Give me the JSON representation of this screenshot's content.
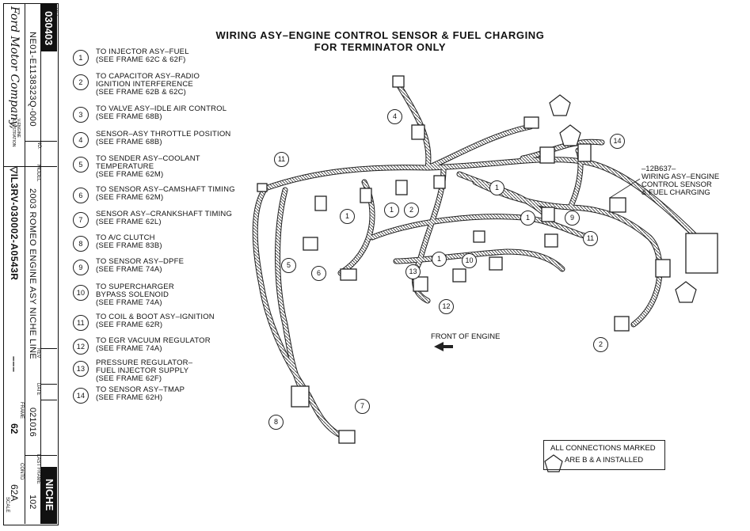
{
  "sheet": {
    "title_line1": "WIRING ASY–ENGINE CONTROL SENSOR & FUEL CHARGING",
    "title_line2": "FOR TERMINATOR ONLY",
    "front_of_engine": "FRONT OF ENGINE",
    "harness_label_line1": "–12B637–",
    "harness_label_line2": "WIRING ASY–ENGINE",
    "harness_label_line3": "CONTROL SENSOR",
    "harness_label_line4": "& FUEL CHARGING",
    "note_line1": "ALL CONNECTIONS MARKED",
    "note_line2": "ARE B & A INSTALLED"
  },
  "title_block": {
    "ref_label": "REF.",
    "ref_value": "030403",
    "company": "Ford Motor Company,",
    "company_sub": "V-ENGINE ILLUSTRATION",
    "no_label": "NO.",
    "no_value": "NE01-E1138323Q-000",
    "part_value": "▽IL3RV-030002-A0543R",
    "model_label": "MODEL",
    "model_value": "2003 ROMEO ENGINE ASY NICHE LINE",
    "rev_label": "REV",
    "rev_value": "–––",
    "date_label": "DATE",
    "date_value": "021016",
    "frame_label": "FRAME",
    "frame_value": "62",
    "last_frame_label": "LAST FRAME",
    "last_frame_value": "102",
    "contd_label": "CONTD",
    "contd_value": "62A",
    "line_label": "NICHE",
    "scale_label": "SCALE"
  },
  "legend": [
    {
      "num": "1",
      "lines": [
        "TO INJECTOR ASY–FUEL",
        "(SEE FRAME 62C & 62F)"
      ]
    },
    {
      "num": "2",
      "lines": [
        "TO CAPACITOR ASY–RADIO",
        "IGNITION INTERFERENCE",
        "(SEE FRAME 62B & 62C)"
      ]
    },
    {
      "num": "3",
      "lines": [
        "TO VALVE ASY–IDLE AIR CONTROL",
        "(SEE FRAME 68B)"
      ]
    },
    {
      "num": "4",
      "lines": [
        "SENSOR–ASY THROTTLE POSITION",
        "(SEE FRAME 68B)"
      ]
    },
    {
      "num": "5",
      "lines": [
        "TO SENDER ASY–COOLANT",
        "TEMPERATURE",
        "(SEE FRAME 62M)"
      ]
    },
    {
      "num": "6",
      "lines": [
        "TO SENSOR ASY–CAMSHAFT TIMING",
        "(SEE FRAME 62M)"
      ]
    },
    {
      "num": "7",
      "lines": [
        "SENSOR ASY–CRANKSHAFT TIMING",
        "(SEE FRAME 62L)"
      ]
    },
    {
      "num": "8",
      "lines": [
        "TO A/C CLUTCH",
        "(SEE FRAME 83B)"
      ]
    },
    {
      "num": "9",
      "lines": [
        "TO SENSOR ASY–DPFE",
        "(SEE FRAME 74A)"
      ]
    },
    {
      "num": "10",
      "lines": [
        "TO SUPERCHARGER",
        "BYPASS SOLENOID",
        "(SEE FRAME 74A)"
      ]
    },
    {
      "num": "11",
      "lines": [
        "TO COIL & BOOT ASY–IGNITION",
        "(SEE FRAME 62R)"
      ]
    },
    {
      "num": "12",
      "lines": [
        "TO EGR VACUUM REGULATOR",
        "(SEE FRAME 74A)"
      ]
    },
    {
      "num": "13",
      "lines": [
        "PRESSURE REGULATOR–",
        "FUEL INJECTOR SUPPLY",
        "(SEE FRAME 62F)"
      ]
    },
    {
      "num": "14",
      "lines": [
        "TO SENSOR ASY–TMAP",
        "(SEE FRAME 62H)"
      ]
    }
  ],
  "callouts": [
    {
      "num": "4"
    },
    {
      "num": "11"
    },
    {
      "num": "1"
    },
    {
      "num": "1"
    },
    {
      "num": "2"
    },
    {
      "num": "1"
    },
    {
      "num": "1"
    },
    {
      "num": "9"
    },
    {
      "num": "14"
    },
    {
      "num": "11"
    },
    {
      "num": "5"
    },
    {
      "num": "6"
    },
    {
      "num": "13"
    },
    {
      "num": "10"
    },
    {
      "num": "12"
    },
    {
      "num": "1"
    },
    {
      "num": "2"
    },
    {
      "num": "8"
    },
    {
      "num": "7"
    }
  ]
}
